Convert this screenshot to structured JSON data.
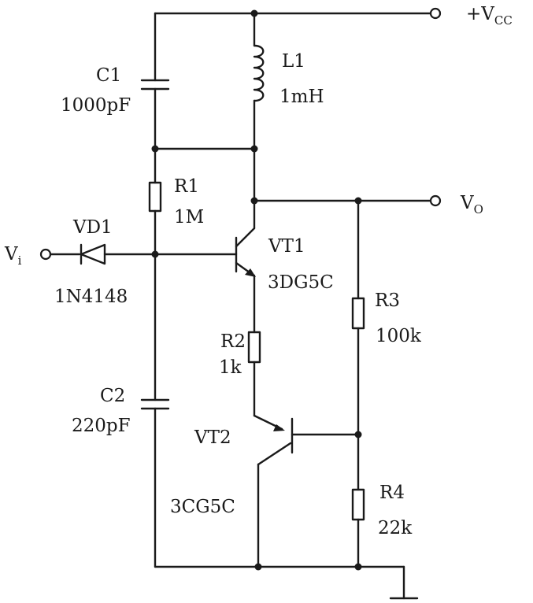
{
  "supply": {
    "label": "+V",
    "sub": "CC"
  },
  "output": {
    "label": "V",
    "sub": "O"
  },
  "input": {
    "label": "V",
    "sub": "i"
  },
  "c1": {
    "name": "C1",
    "value": "1000pF"
  },
  "l1": {
    "name": "L1",
    "value": "1mH"
  },
  "r1": {
    "name": "R1",
    "value": "1M"
  },
  "vd1": {
    "name": "VD1",
    "value": "1N4148"
  },
  "vt1": {
    "name": "VT1",
    "value": "3DG5C"
  },
  "r2": {
    "name": "R2",
    "value": "1k"
  },
  "r3": {
    "name": "R3",
    "value": "100k"
  },
  "c2": {
    "name": "C2",
    "value": "220pF"
  },
  "vt2": {
    "name": "VT2",
    "value": "3CG5C"
  },
  "r4": {
    "name": "R4",
    "value": "22k"
  }
}
